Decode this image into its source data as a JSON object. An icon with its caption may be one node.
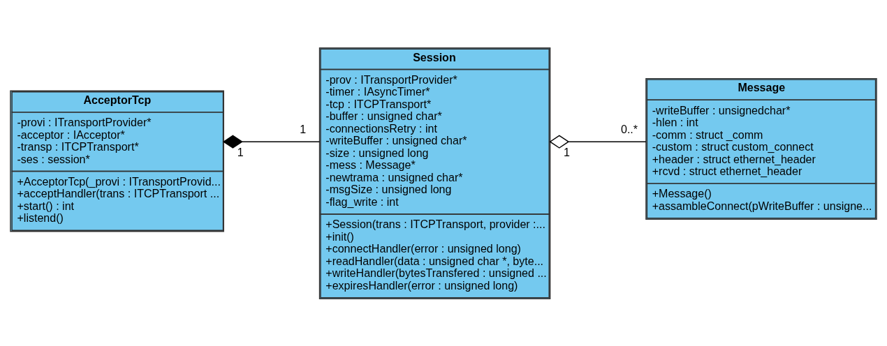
{
  "diagram": {
    "nodes": [
      {
        "text": [
          "AcceptorTcp"
        ]
      },
      {
        "text": [
          "-provi : ITransportProvider*",
          "-acceptor : IAcceptor*",
          "-transp : ITCPTransport*",
          "-ses : session*"
        ],
        "in": 0
      },
      {
        "text": [
          "+AcceptorTcp(_provi : ITransportProvid...",
          "+acceptHandler(trans : ITCPTransport ...",
          "+start() : int",
          "+listend()"
        ],
        "in": 0
      },
      {
        "text": [
          "Session"
        ]
      },
      {
        "text": [
          "-prov : ITransportProvider*",
          "-timer : IAsyncTimer*",
          "-tcp : ITCPTransport*",
          "-buffer : unsigned char*",
          "-connectionsRetry : int",
          "-writeBuffer : unsigned char*",
          "-size : unsigned long",
          "-mess : Message*",
          "-newtrama : unsigned char*",
          "-msgSize : unsigned long",
          "-flag_write : int"
        ],
        "in": 3
      },
      {
        "text": [
          "+Session(trans : ITCPTransport, provider :...",
          "+init()",
          "+connectHandler(error : unsigned long)",
          "+readHandler(data : unsigned char *, byte...",
          "+writeHandler(bytesTransfered : unsigned ...",
          "+expiresHandler(error : unsigned long)"
        ],
        "in": 3
      },
      {
        "text": [
          "Message"
        ]
      },
      {
        "text": [
          "-writeBuffer : unsignedchar*",
          "-hlen : int",
          "-comm : struct _comm",
          "-custom : struct custom_connect",
          "+header : struct ethernet_header",
          "+rcvd : struct ethernet_header"
        ],
        "in": 6
      },
      {
        "text": [
          "+Message()",
          "+assambleConnect(pWriteBuffer : unsigne..."
        ],
        "in": 6
      }
    ],
    "edges": [
      {
        "from": 0,
        "to": 3,
        "arrow": "other"
      },
      {
        "from": 3,
        "to": 6,
        "arrow": "other"
      }
    ],
    "labels": [
      "1",
      "1",
      "1",
      "0..*"
    ]
  }
}
